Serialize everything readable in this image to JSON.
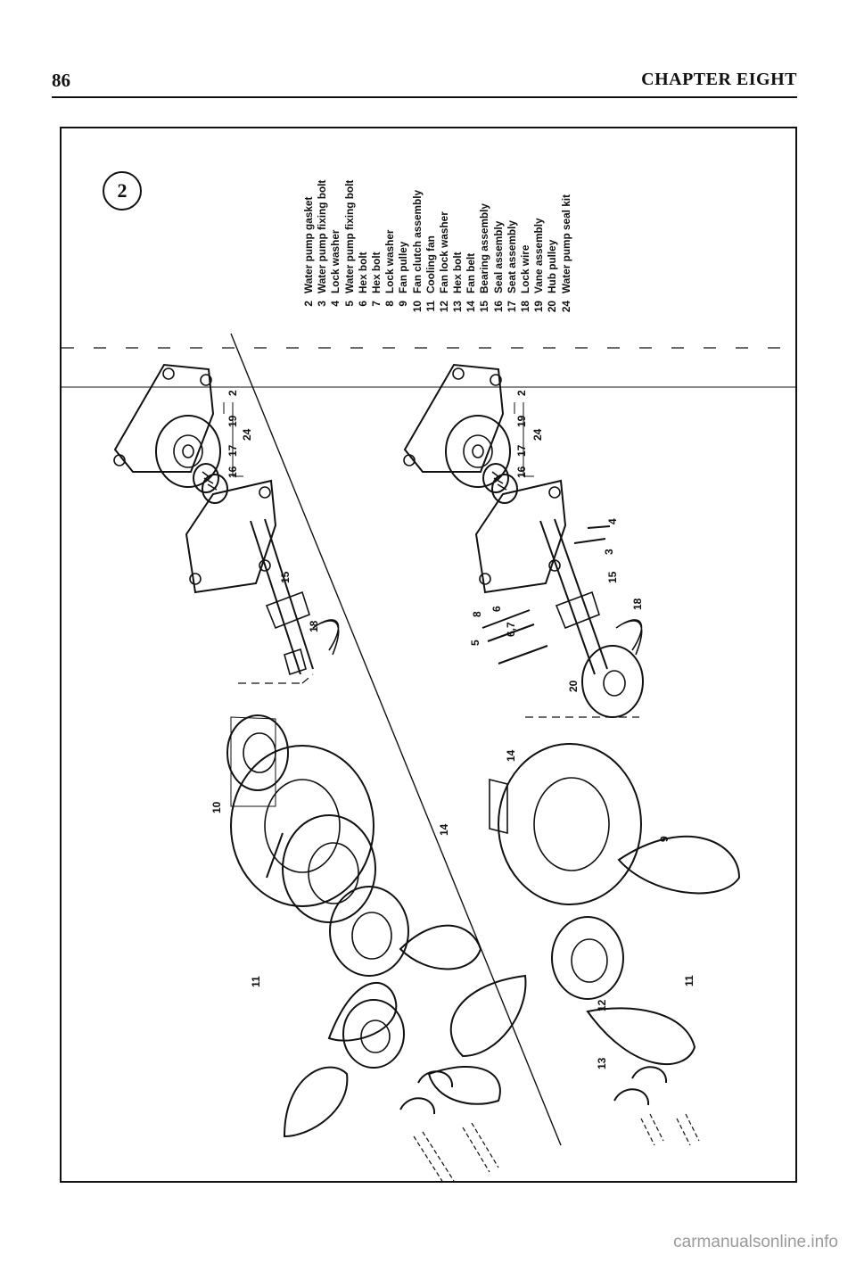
{
  "header": {
    "page_number": "86",
    "chapter_title": "CHAPTER EIGHT"
  },
  "figure": {
    "number": "2",
    "legend": [
      {
        "num": "2",
        "label": "Water pump gasket"
      },
      {
        "num": "3",
        "label": "Water pump fixing bolt"
      },
      {
        "num": "4",
        "label": "Lock washer"
      },
      {
        "num": "5",
        "label": "Water pump fixing bolt"
      },
      {
        "num": "6",
        "label": "Hex bolt"
      },
      {
        "num": "7",
        "label": "Hex bolt"
      },
      {
        "num": "8",
        "label": "Lock washer"
      },
      {
        "num": "9",
        "label": "Fan pulley"
      },
      {
        "num": "10",
        "label": "Fan clutch assembly"
      },
      {
        "num": "11",
        "label": "Cooling fan"
      },
      {
        "num": "12",
        "label": "Fan lock washer"
      },
      {
        "num": "13",
        "label": "Hex bolt"
      },
      {
        "num": "14",
        "label": "Fan belt"
      },
      {
        "num": "15",
        "label": "Bearing assembly"
      },
      {
        "num": "16",
        "label": "Seal assembly"
      },
      {
        "num": "17",
        "label": "Seat assembly"
      },
      {
        "num": "18",
        "label": "Lock wire"
      },
      {
        "num": "19",
        "label": "Vane assembly"
      },
      {
        "num": "20",
        "label": "Hub pulley"
      },
      {
        "num": "24",
        "label": "Water pump seal kit"
      }
    ],
    "callouts_upper": {
      "c2": "2",
      "c19": "19",
      "c17": "17",
      "c16": "16",
      "c24": "24",
      "c15": "15",
      "c18": "18",
      "c10": "10",
      "c14": "14",
      "c11": "11"
    },
    "callouts_lower": {
      "c2": "2",
      "c19": "19",
      "c17": "17",
      "c16": "16",
      "c24": "24",
      "c4": "4",
      "c3": "3",
      "c15": "15",
      "c18": "18",
      "c8": "8",
      "c6": "6",
      "c5": "5",
      "c67": "6,7",
      "c20": "20",
      "c14": "14",
      "c9": "9",
      "c11": "11",
      "c12": "12",
      "c13": "13"
    }
  },
  "watermark": "carmanualsonline.info"
}
